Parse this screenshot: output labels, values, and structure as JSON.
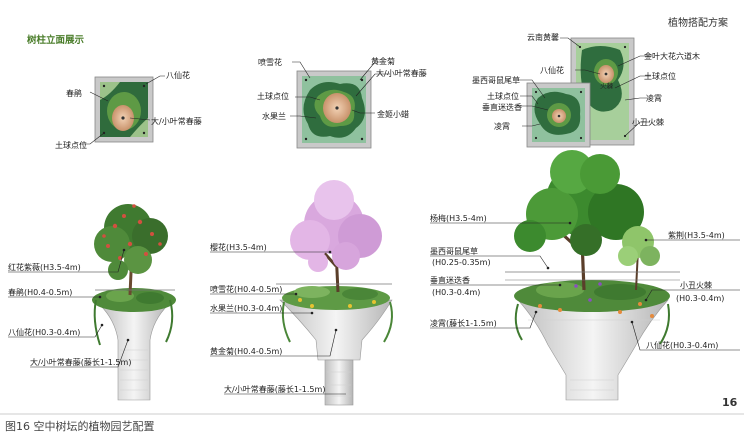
{
  "header": {
    "section_title": "树柱立面展示",
    "plan_title": "植物搭配方案"
  },
  "plan1": {
    "labels": {
      "baxianhua": "八仙花",
      "chunjuan": "春鹃",
      "teng": "大/小叶常春藤",
      "tuqiu": "土球点位"
    }
  },
  "plan2": {
    "labels": {
      "penxuehua": "喷雪花",
      "huangjinju": "黄金菊",
      "teng": "大/小叶常春藤",
      "tuqiu": "土球点位",
      "shuiguolan": "水果兰",
      "jinjijiao": "金姬小蜡"
    }
  },
  "plan3": {
    "labels": {
      "yunnan": "云南黄馨",
      "jinye": "金叶大花六道木",
      "moxige": "墨西哥鼠尾草",
      "baxianhua": "八仙花",
      "tuqiu1": "土球点位",
      "tuqiu2": "土球点位",
      "chuizhi": "垂直迷迭香",
      "lingxiao1": "凌霄",
      "lingxiao2": "凌霄",
      "xiaochou": "小丑火棘",
      "huoju": "火棘"
    }
  },
  "elev1": {
    "hongye": "红花紫薇",
    "hongye_h": "(H3.5-4m)",
    "chunjuan": "春鹃",
    "chunjuan_h": "(H0.4-0.5m)",
    "baxianhua": "八仙花",
    "baxianhua_h": "(H0.3-0.4m)",
    "teng": "大/小叶常春藤",
    "teng_h": "(藤长1-1.5m)"
  },
  "elev2": {
    "yinghua": "樱花",
    "yinghua_h": "(H3.5-4m)",
    "penxuehua": "喷雪花",
    "penxuehua_h": "(H0.4-0.5m)",
    "shuiguolan": "水果兰",
    "shuiguolan_h": "(H0.3-0.4m)",
    "huangjinju": "黄金菊",
    "huangjinju_h": "(H0.4-0.5m)",
    "teng": "大/小叶常春藤",
    "teng_h": "(藤长1-1.5m)"
  },
  "elev3": {
    "yangmei": "杨梅",
    "yangmei_h": "(H3.5-4m)",
    "moxige": "墨西哥鼠尾草",
    "moxige_h": "(H0.25-0.35m)",
    "chuizhi": "垂直迷迭香",
    "chuizhi_h": "(H0.3-0.4m)",
    "lingxiao": "凌霄",
    "lingxiao_h": "(藤长1-1.5m)",
    "zijing": "紫荆",
    "zijing_h": "(H3.5-4m)",
    "xiaochou": "小丑火棘",
    "xiaochou_h": "(H0.3-0.4m)",
    "baxianhua": "八仙花",
    "baxianhua_h": "(H0.3-0.4m)"
  },
  "footer": {
    "caption": "图16  空中树坛的植物园艺配置",
    "page_number": "16"
  }
}
